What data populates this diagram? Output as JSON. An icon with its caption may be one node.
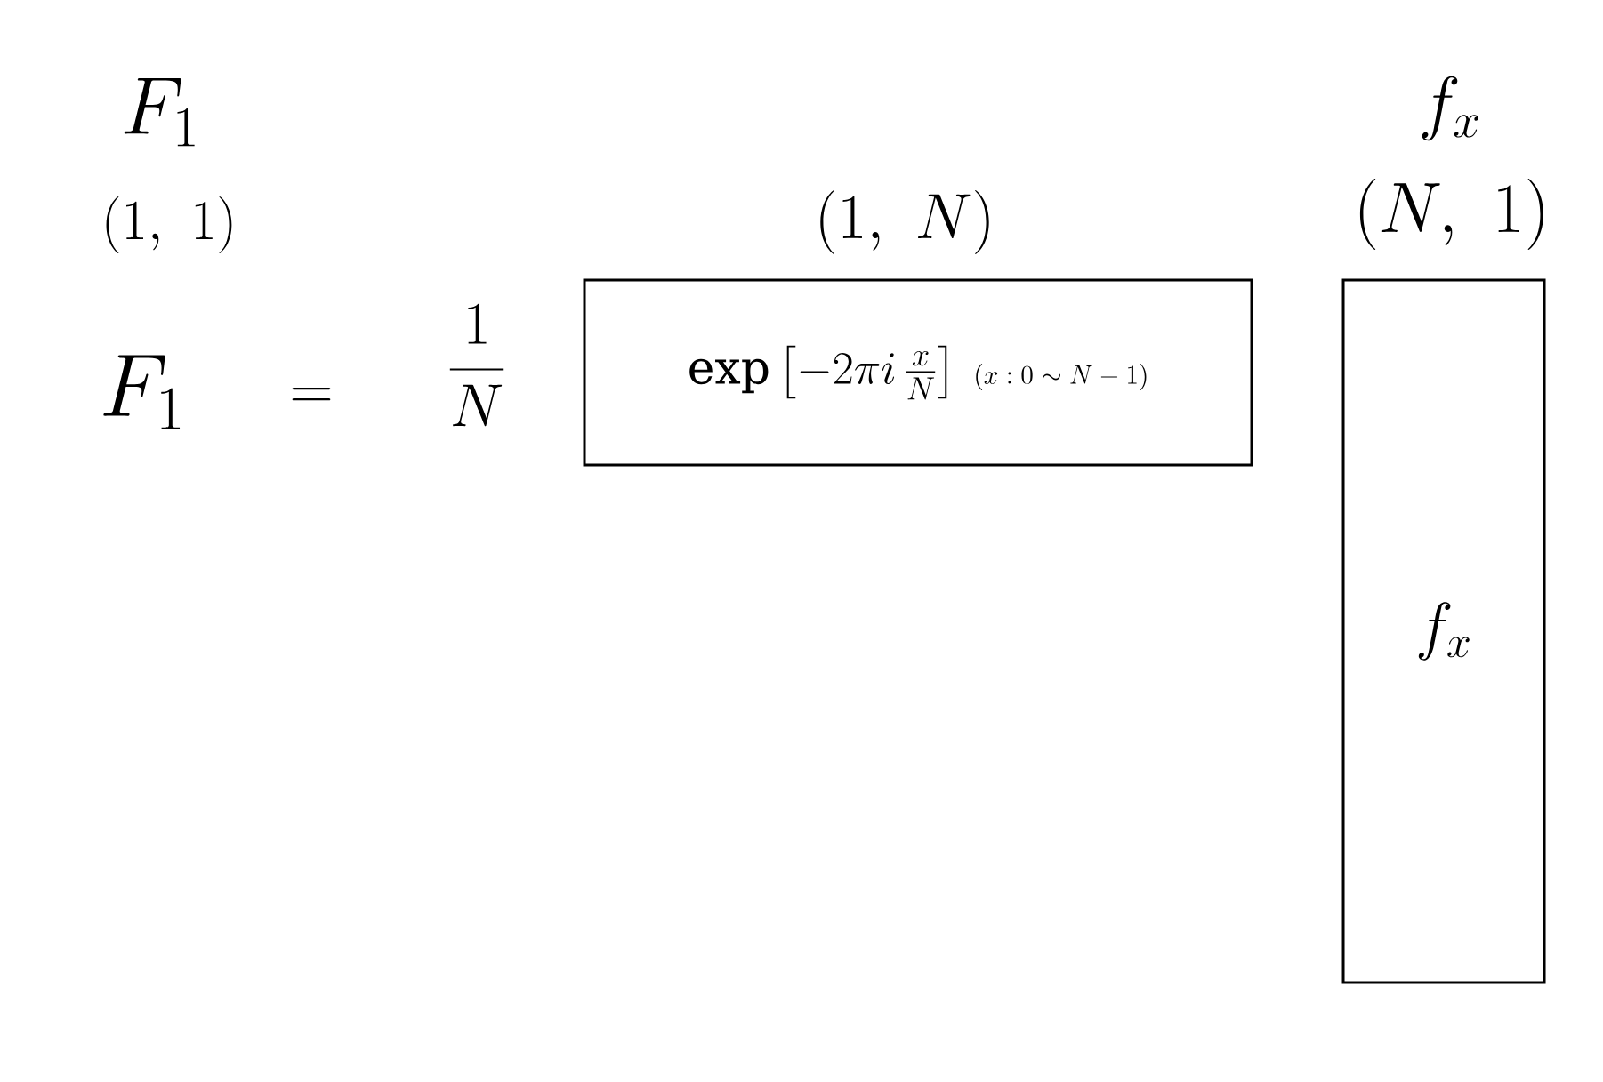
{
  "diagram": {
    "nodes": [
      {
        "text": [
          "\\exp\\left[-2\\pi i\\,\\frac{x}{N}\\right]",
          "(x : 0\\sim N-1)"
        ],
        "beside": [
          "(1,\\ N)"
        ]
      },
      {
        "text": [
          "f_x"
        ],
        "beside": [
          "f_x",
          "(N,\\ 1)"
        ]
      }
    ],
    "labels": [
      "F_1",
      "(1,\\ 1)",
      "F_1",
      "=",
      "\\frac{1}{N}"
    ]
  }
}
